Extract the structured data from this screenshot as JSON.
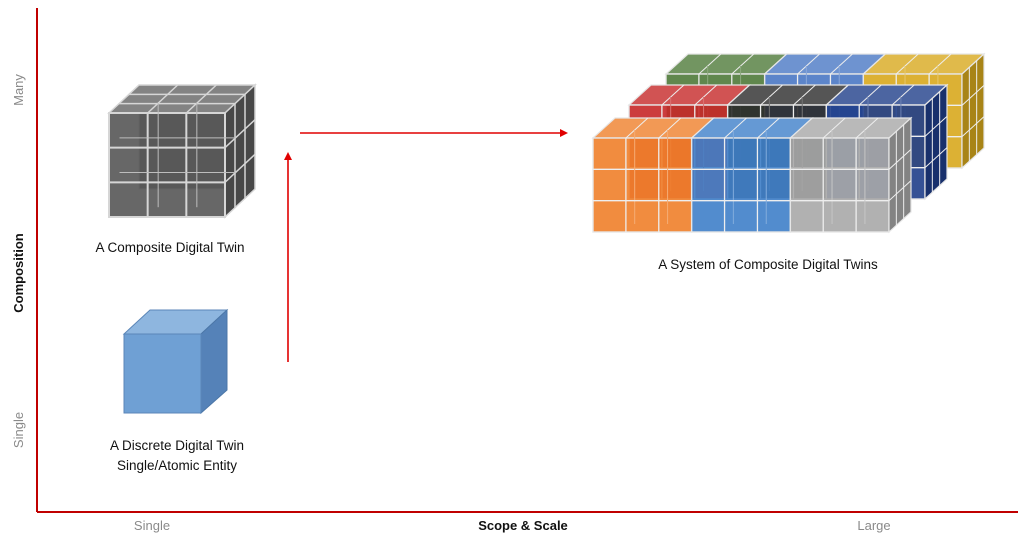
{
  "axes": {
    "y_title": "Composition",
    "y_high": "Many",
    "y_low": "Single",
    "x_title": "Scope & Scale",
    "x_low": "Single",
    "x_high": "Large"
  },
  "items": {
    "discrete": {
      "line1": "A Discrete Digital Twin",
      "line2": "Single/Atomic Entity"
    },
    "composite": {
      "caption": "A Composite Digital Twin"
    },
    "system": {
      "caption": "A System of Composite Digital Twins"
    }
  },
  "colors": {
    "axis": "#c00000",
    "arrow": "#e00000",
    "cube_blue": "#6fa0d4",
    "composite_grey": "#5a5a5a",
    "system_front": [
      "#ef7f2a",
      "#3f7fc9",
      "#a8a8a8"
    ],
    "system_middle": [
      "#c62828",
      "#2b2b2b",
      "#1f3e8a"
    ],
    "system_back": [
      "#4f7a3a",
      "#4a78c4",
      "#d8a91e"
    ]
  }
}
